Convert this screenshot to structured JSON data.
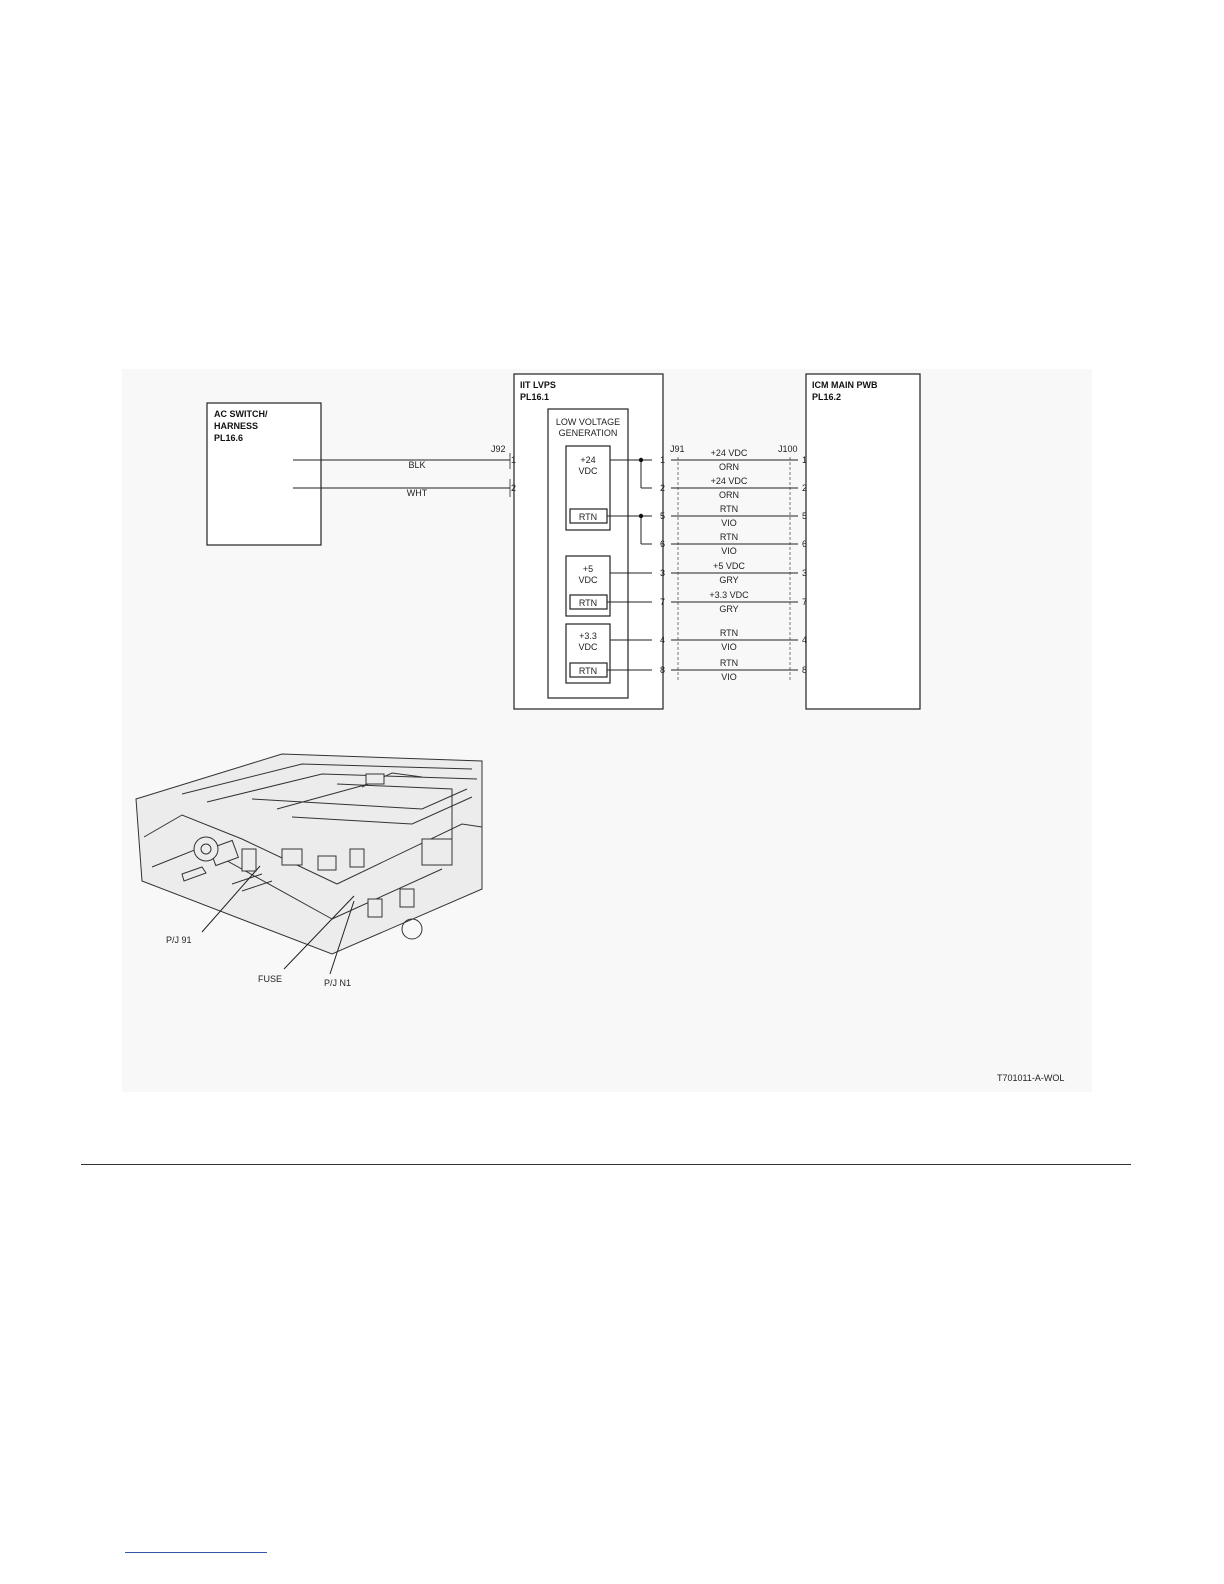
{
  "blocks": {
    "ac_switch": {
      "line1": "AC SWITCH/",
      "line2": "HARNESS",
      "line3": "PL16.6"
    },
    "lvps": {
      "line1": "IIT LVPS",
      "line2": "PL16.1"
    },
    "icm": {
      "line1": "ICM MAIN PWB",
      "line2": "PL16.2"
    },
    "lv_gen": {
      "line1": "LOW VOLTAGE",
      "line2": "GENERATION"
    },
    "v24": {
      "line1": "+24",
      "line2": "VDC"
    },
    "v5": {
      "line1": "+5",
      "line2": "VDC"
    },
    "v33": {
      "line1": "+3.3",
      "line2": "VDC"
    },
    "rtn": "RTN"
  },
  "connectors": {
    "j92": "J92",
    "j91": "J91",
    "j100": "J100"
  },
  "ac_wires": [
    {
      "pin": "1",
      "color": "BLK"
    },
    {
      "pin": "2",
      "color": "WHT"
    }
  ],
  "dc_wires": [
    {
      "pin": "1",
      "signal": "+24 VDC",
      "color": "ORN"
    },
    {
      "pin": "2",
      "signal": "+24 VDC",
      "color": "ORN"
    },
    {
      "pin": "5",
      "signal": "RTN",
      "color": "VIO"
    },
    {
      "pin": "6",
      "signal": "RTN",
      "color": "VIO"
    },
    {
      "pin": "3",
      "signal": "+5 VDC",
      "color": "GRY"
    },
    {
      "pin": "7",
      "signal": "+3.3 VDC",
      "color": "GRY"
    },
    {
      "pin": "4",
      "signal": "RTN",
      "color": "VIO"
    },
    {
      "pin": "8",
      "signal": "RTN",
      "color": "VIO"
    }
  ],
  "callouts": {
    "pj91": "P/J 91",
    "fuse": "FUSE",
    "pjn1": "P/J N1"
  },
  "figure_id": "T701011-A-WOL"
}
